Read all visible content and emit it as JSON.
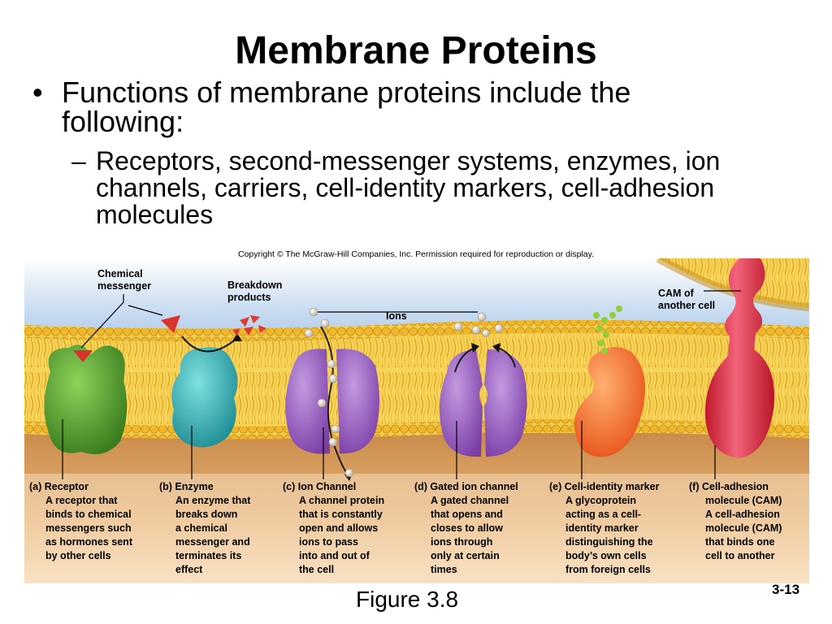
{
  "slide": {
    "title": "Membrane Proteins",
    "bullet": "Functions of membrane proteins include the following:",
    "bullet_marker": "•",
    "sub_marker": "–",
    "sub_bullet": "Receptors, second-messenger systems, enzymes, ion channels, carriers, cell-identity markers, cell-adhesion molecules",
    "copyright": "Copyright © The McGraw-Hill Companies, Inc. Permission required for reproduction or display.",
    "figure_label": "Figure 3.8",
    "slide_number": "3-13"
  },
  "figure": {
    "callouts": {
      "chemical_messenger": [
        "Chemical",
        "messenger"
      ],
      "breakdown_products": [
        "Breakdown",
        "products"
      ],
      "ions": "Ions",
      "cam_other": [
        "CAM of",
        "another cell"
      ]
    },
    "captions": [
      {
        "head": "(a) Receptor",
        "lines": [
          "A receptor that",
          "binds to chemical",
          "messengers such",
          "as hormones sent",
          "by other cells"
        ]
      },
      {
        "head": "(b) Enzyme",
        "lines": [
          "An enzyme that",
          "breaks down",
          "a chemical",
          "messenger and",
          "terminates its",
          "effect"
        ]
      },
      {
        "head": "(c) Ion Channel",
        "lines": [
          "A channel protein",
          "that is constantly",
          "open and allows",
          "ions to pass",
          "into and out of",
          "the cell"
        ]
      },
      {
        "head": "(d) Gated ion channel",
        "lines": [
          "A gated channel",
          "that opens and",
          "closes to allow",
          "ions through",
          "only at certain",
          "times"
        ]
      },
      {
        "head": "(e) Cell-identity marker",
        "lines": [
          "A glycoprotein",
          "acting as a cell-",
          "identity marker",
          "distinguishing the",
          "body’s own cells",
          "from foreign cells"
        ]
      },
      {
        "head": "(f) Cell-adhesion",
        "lines": [
          "molecule (CAM)",
          "A cell-adhesion",
          "molecule (CAM)",
          "that binds one",
          "cell to another"
        ]
      }
    ]
  },
  "colors": {
    "receptor": "#4f9a2c",
    "enzyme": "#2fb3b8",
    "channel": "#9a5cc0",
    "marker_protein": "#f06a25",
    "cam": "#e2283c",
    "messenger": "#d9332b",
    "sugar": "#8fcf3a",
    "ion": "#e8e0d0"
  }
}
